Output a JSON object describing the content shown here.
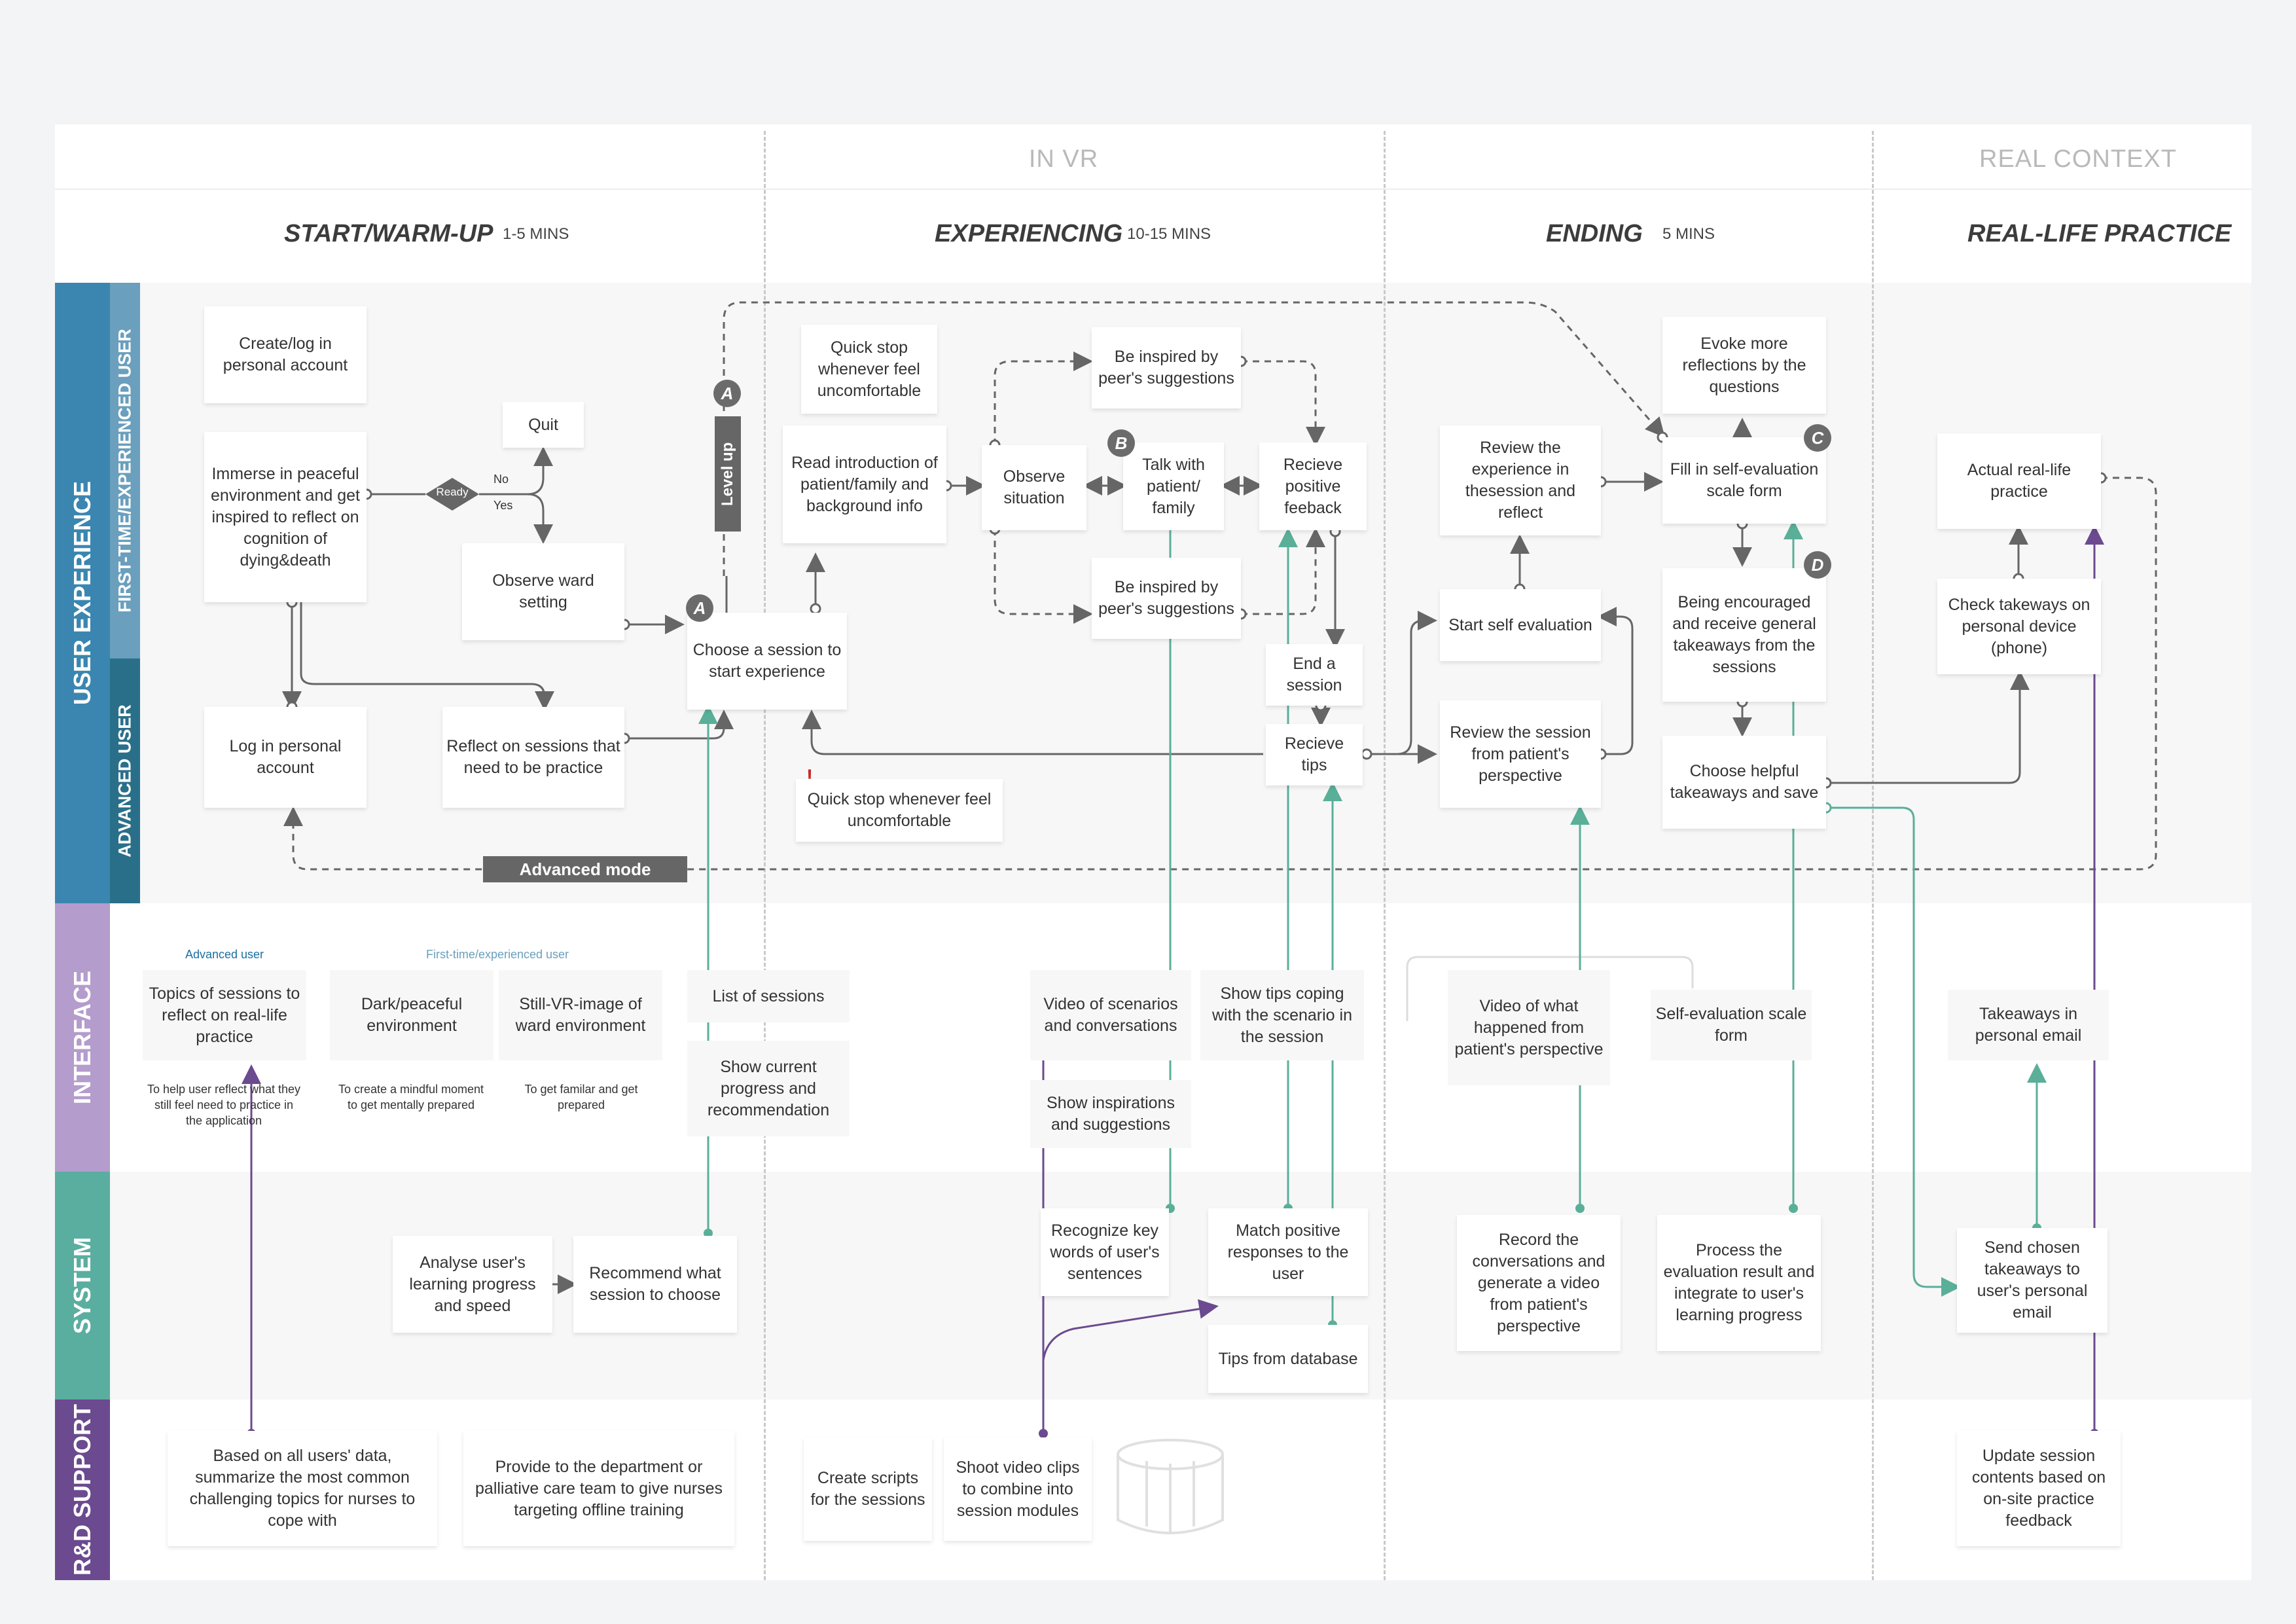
{
  "top_labels": {
    "in_vr": "IN VR",
    "real_context": "REAL CONTEXT"
  },
  "phases": {
    "start": {
      "title": "START/WARM-UP",
      "mins": "1-5 MINS"
    },
    "experiencing": {
      "title": "EXPERIENCING",
      "mins": "10-15 MINS"
    },
    "ending": {
      "title": "ENDING",
      "mins": "5 MINS"
    },
    "practice": {
      "title": "REAL-LIFE PRACTICE"
    }
  },
  "lanes": {
    "user_experience": "USER EXPERIENCE",
    "first_time": "FIRST-TIME/EXPERIENCED USER",
    "advanced": "ADVANCED USER",
    "interface": "INTERFACE",
    "system": "SYSTEM",
    "rd_support": "R&D SUPPORT"
  },
  "colors": {
    "user_experience": "#3a86b0",
    "first_time": "#6a9fbd",
    "advanced": "#2a6f8a",
    "interface": "#b49ccc",
    "system": "#5aaea0",
    "rd_support": "#6b4a8f",
    "teal_arrow": "#5aaf99",
    "purple_arrow": "#6b4a8f"
  },
  "ux": {
    "create_account": "Create/log in personal account",
    "immerse": "Immerse in peaceful environment and get inspired to reflect on cognition of dying&death",
    "ready": "Ready",
    "no": "No",
    "yes": "Yes",
    "quit": "Quit",
    "observe_ward": "Observe ward setting",
    "level_up": "Level up",
    "choose_session": "Choose a session to start experience",
    "log_personal": "Log in personal account",
    "reflect_sessions": "Reflect on sessions that need to be practice",
    "advanced_mode": "Advanced mode",
    "quick_stop_top": "Quick stop whenever feel uncomfortable",
    "read_intro": "Read introduction of patient/family and background info",
    "observe_situation": "Observe situation",
    "inspired_top": "Be inspired by peer's suggestions",
    "talk": "Talk with patient/ family",
    "inspired_bottom": "Be inspired by peer's suggestions",
    "receive_feedback": "Recieve positive feeback",
    "end_session": "End a session",
    "receive_tips": "Recieve tips",
    "exclaim": "!",
    "quick_stop_bottom": "Quick stop whenever feel uncomfortable",
    "review_experience": "Review the experience in thesession and reflect",
    "start_self_eval": "Start self evaluation",
    "review_patient": "Review the session from patient's perspective",
    "evoke": "Evoke more reflections by the questions",
    "fill_in": "Fill in self-evaluation scale form",
    "encouraged": "Being encouraged and receive general takeaways from the sessions",
    "choose_takeaways": "Choose helpful takeaways and save",
    "actual_practice": "Actual real-life practice",
    "check_takeaways": "Check takeways on personal device (phone)",
    "badge_a1": "A",
    "badge_a2": "A",
    "badge_b": "B",
    "badge_c": "C",
    "badge_d": "D"
  },
  "interface": {
    "advanced_user_label": "Advanced user",
    "first_time_label": "First-time/experienced user",
    "topics": "Topics of sessions to reflect on real-life practice",
    "topics_note": "To help user reflect what they still feel need to practice in the application",
    "dark_env": "Dark/peaceful environment",
    "dark_note": "To create a mindful moment to get mentally prepared",
    "still_vr": "Still-VR-image of ward environment",
    "still_note": "To get familar and get prepared",
    "list_sessions": "List of sessions",
    "show_progress": "Show current progress and recommendation",
    "video_scenarios": "Video of scenarios and conversations",
    "show_tips": "Show tips coping with the scenario in the session",
    "show_inspirations": "Show inspirations and suggestions",
    "video_patient": "Video of what happened from patient's perspective",
    "self_eval_form": "Self-evaluation scale form",
    "takeaways_email": "Takeaways in personal email"
  },
  "system": {
    "analyse": "Analyse user's learning progress and speed",
    "recommend": "Recommend what session to choose",
    "recognize": "Recognize key words of user's sentences",
    "match": "Match positive responses to the user",
    "tips_db": "Tips from database",
    "record": "Record the conversations and generate a video from patient's perspective",
    "process": "Process the evaluation result and integrate to user's learning progress",
    "send": "Send chosen takeaways to user's personal email"
  },
  "rd": {
    "based_on": "Based on all users' data, summarize the most common challenging topics for nurses to cope with",
    "provide": "Provide to the department or palliative care team to give nurses targeting offline training",
    "create_scripts": "Create scripts for the sessions",
    "shoot_video": "Shoot video clips to combine into session modules",
    "update": "Update session contents based on on-site practice feedback"
  }
}
